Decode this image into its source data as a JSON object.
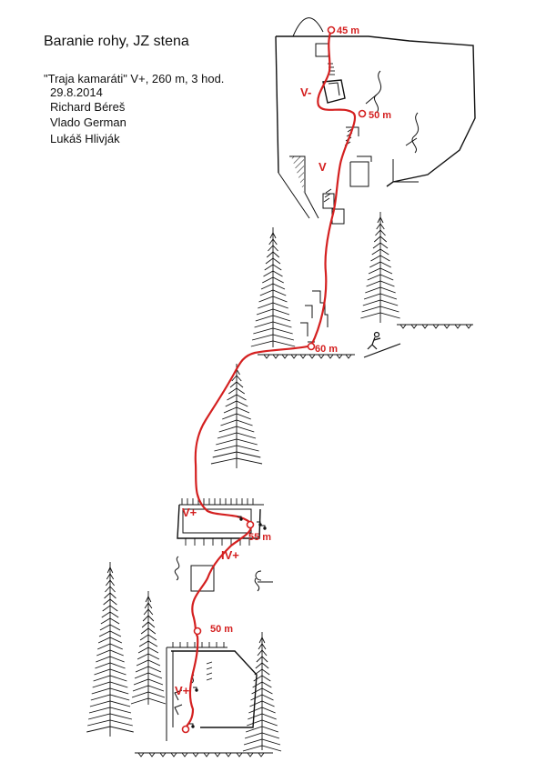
{
  "header": {
    "title": "Baranie rohy, JZ stena",
    "route": "\"Traja kamaráti\" V+, 260 m, 3 hod.",
    "date": "29.8.2014",
    "climbers": [
      "Richard Béreš",
      "Vlado German",
      "Lukáš Hlivják"
    ]
  },
  "pitches": {
    "p1_length": "45 m",
    "p1_grade": "V-",
    "p2_length": "50 m",
    "p2_grade": "V",
    "p3_length": "60 m",
    "p4_length": "55 m",
    "p4_grade": "V+",
    "p5_grade": "IV+",
    "p6_length": "50 m",
    "p6_grade": "V+"
  },
  "colors": {
    "route": "#d42020",
    "ink": "#111111",
    "background": "#ffffff"
  },
  "icons": [
    "walker-icon",
    "tree-icon",
    "belay-station-icon",
    "piton-icon",
    "grass-ledge-icon"
  ]
}
